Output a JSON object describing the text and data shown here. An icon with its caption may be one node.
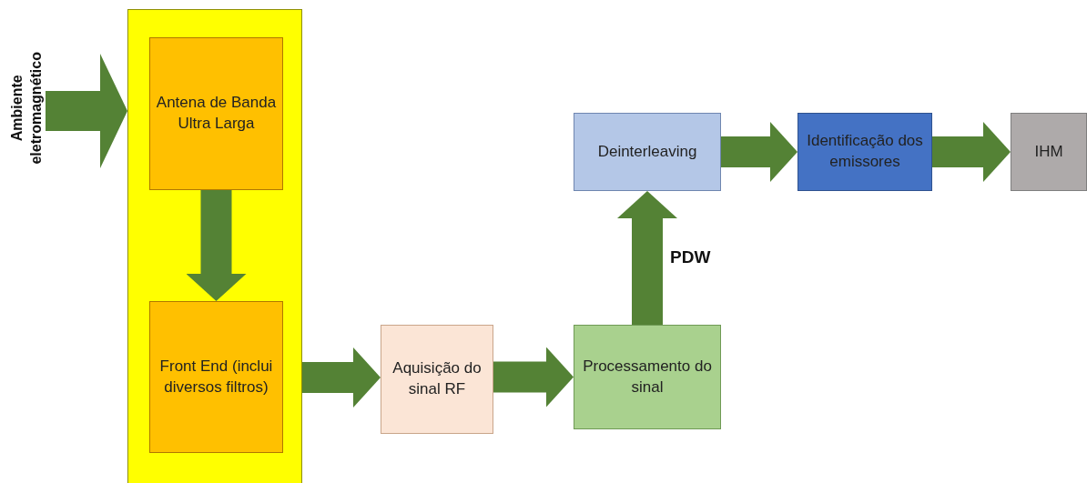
{
  "diagram": {
    "nodes": [
      {
        "text": [
          "Ambiente eletromagnético"
        ]
      },
      {
        "text": [],
        "shape": "box"
      },
      {
        "text": [
          "Antena de Banda Ultra Larga"
        ],
        "in": 1
      },
      {
        "text": [
          "Front End (inclui diversos filtros)"
        ],
        "in": 1
      },
      {
        "text": [
          "Aquisição do sinal RF"
        ]
      },
      {
        "text": [
          "Processamento do sinal"
        ]
      },
      {
        "text": [
          "Deinterleaving"
        ]
      },
      {
        "text": [
          "Identificação dos emissores"
        ]
      },
      {
        "text": [
          "IHM"
        ]
      }
    ],
    "edges": [
      {
        "from": 0,
        "to": 1,
        "arrow": "to"
      },
      {
        "from": 2,
        "to": 3,
        "arrow": "to"
      },
      {
        "from": 1,
        "to": 4,
        "arrow": "to"
      },
      {
        "from": 4,
        "to": 5,
        "arrow": "to"
      },
      {
        "from": 5,
        "to": 6,
        "arrow": "to",
        "label": "PDW"
      },
      {
        "from": 6,
        "to": 7,
        "arrow": "to"
      },
      {
        "from": 7,
        "to": 8,
        "arrow": "to"
      }
    ]
  }
}
